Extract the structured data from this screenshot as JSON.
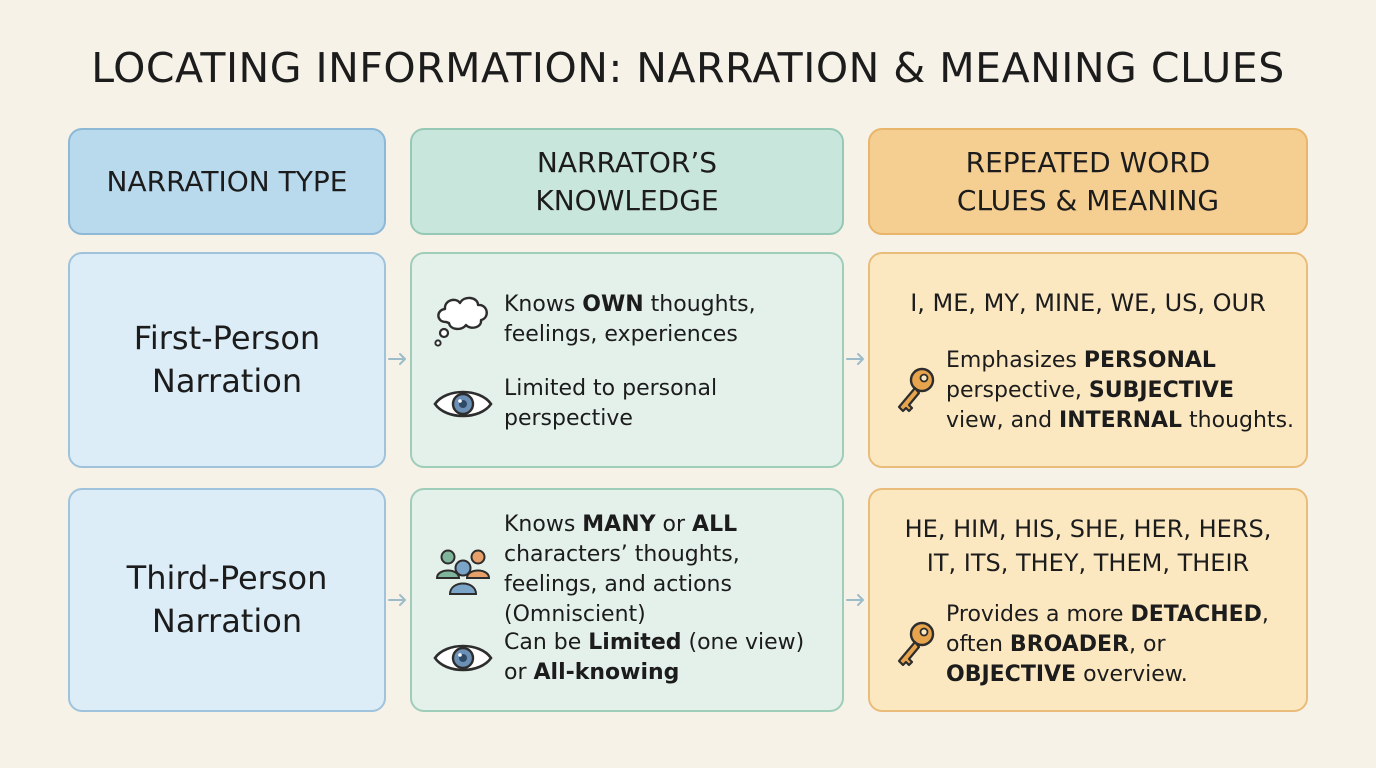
{
  "title": "LOCATING INFORMATION: NARRATION & MEANING CLUES",
  "headers": {
    "narration_type": "NARRATION TYPE",
    "knowledge_line1": "NARRATOR’S",
    "knowledge_line2": "KNOWLEDGE",
    "clues_line1": "REPEATED WORD",
    "clues_line2": "CLUES & MEANING"
  },
  "rows": [
    {
      "type_line1": "First-Person",
      "type_line2": "Narration",
      "knowledge": [
        {
          "icon": "thought-bubble-icon",
          "parts": [
            [
              "Knows ",
              false
            ],
            [
              "OWN",
              true
            ],
            [
              " thoughts, feelings, experiences",
              false
            ]
          ]
        },
        {
          "icon": "eye-icon",
          "parts": [
            [
              "Limited to personal perspective",
              false
            ]
          ]
        }
      ],
      "pronouns": [
        "I, ME, MY, MINE, WE, US, OUR"
      ],
      "meaning_icon": "key-icon",
      "meaning": [
        [
          "Emphasizes ",
          false
        ],
        [
          "PERSONAL",
          true
        ],
        [
          " perspective, ",
          false
        ],
        [
          "SUBJECTIVE",
          true
        ],
        [
          " view, and ",
          false
        ],
        [
          "INTERNAL",
          true
        ],
        [
          " thoughts.",
          false
        ]
      ]
    },
    {
      "type_line1": "Third-Person",
      "type_line2": "Narration",
      "knowledge": [
        {
          "icon": "people-group-icon",
          "parts": [
            [
              "Knows ",
              false
            ],
            [
              "MANY",
              true
            ],
            [
              " or ",
              false
            ],
            [
              "ALL",
              true
            ],
            [
              " characters’ thoughts, feelings, and actions (Omniscient)",
              false
            ]
          ]
        },
        {
          "icon": "eye-icon",
          "parts": [
            [
              "Can be ",
              false
            ],
            [
              "Limited",
              true
            ],
            [
              " (one view) or ",
              false
            ],
            [
              "All-knowing",
              true
            ]
          ]
        }
      ],
      "pronouns": [
        "HE, HIM, HIS, SHE, HER, HERS,",
        "IT, ITS, THEY, THEM, THEIR"
      ],
      "meaning_icon": "key-icon",
      "meaning": [
        [
          "Provides a more ",
          false
        ],
        [
          "DETACHED",
          true
        ],
        [
          ", often ",
          false
        ],
        [
          "BROADER",
          true
        ],
        [
          ", or ",
          false
        ],
        [
          "OBJECTIVE",
          true
        ],
        [
          " overview.",
          false
        ]
      ]
    }
  ],
  "colors": {
    "background": "#f6f2e8",
    "blue": "#b9d9ec",
    "green": "#c9e6dc",
    "orange": "#f5cf91",
    "key": "#e8a44c",
    "eye": "#5a7fa3",
    "arrow": "#9bbcc8"
  }
}
